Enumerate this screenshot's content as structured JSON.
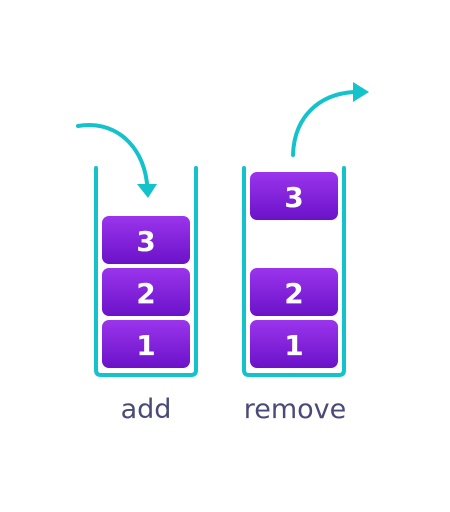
{
  "colors": {
    "accent": "#14c2cc",
    "block_top": "#9b35ec",
    "block_bottom": "#6b12c9",
    "caption": "#4a4a78",
    "background": "#ffffff"
  },
  "stacks": [
    {
      "caption": "add",
      "blocks": [
        "3",
        "2",
        "1"
      ],
      "arrow": "incoming"
    },
    {
      "caption": "remove",
      "blocks": [
        "3",
        "2",
        "1"
      ],
      "arrow": "outgoing"
    }
  ]
}
